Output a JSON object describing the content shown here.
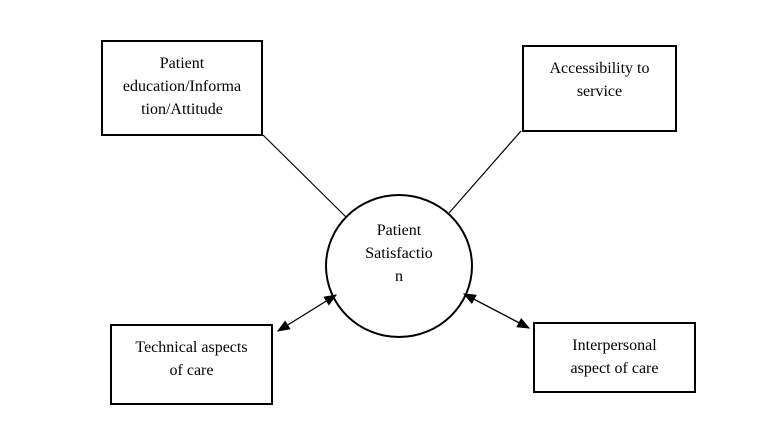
{
  "diagram": {
    "background_color": "#ffffff",
    "stroke_color": "#000000",
    "text_color": "#000000",
    "center": {
      "shape": "circle",
      "label": "Patient\nSatisfactio\nn"
    },
    "boxes": {
      "top_left": {
        "label": "Patient\neducation/Informa\ntion/Attitude"
      },
      "top_right": {
        "label": "Accessibility to\nservice"
      },
      "bottom_left": {
        "label": "Technical aspects\nof care"
      },
      "bottom_right": {
        "label": "Interpersonal\naspect of care"
      }
    },
    "connections": [
      {
        "from": "top-left-box",
        "to": "center-circle",
        "style": "plain-line"
      },
      {
        "from": "top-right-box",
        "to": "center-circle",
        "style": "plain-line"
      },
      {
        "from": "center-circle",
        "to": "bottom-left-box",
        "style": "double-headed-arrow"
      },
      {
        "from": "center-circle",
        "to": "bottom-right-box",
        "style": "double-headed-arrow"
      }
    ]
  }
}
